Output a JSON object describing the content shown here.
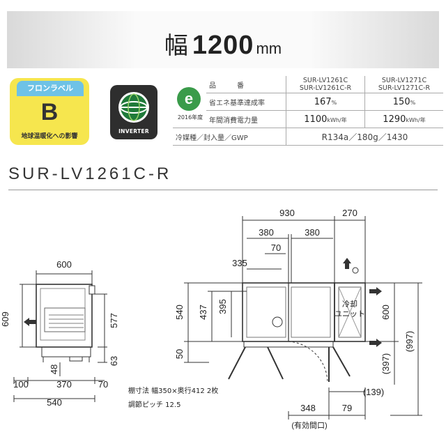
{
  "banner": {
    "label": "幅",
    "value": "1200",
    "unit": "mm"
  },
  "fluorocarbon_label": {
    "title": "フロンラベル",
    "grade": "B",
    "footer": "地球温暖化への影響"
  },
  "inverter_badge": {
    "label": "INVERTER"
  },
  "energy_mark": {
    "letter": "e",
    "year": "2016年度"
  },
  "spec_table": {
    "header": {
      "label": "品　　　番",
      "col1": [
        "SUR-LV1261C",
        "SUR-LV1261C-R"
      ],
      "col2": [
        "SUR-LV1271C",
        "SUR-LV1271C-R"
      ]
    },
    "rows": [
      {
        "label": "省エネ基準達成率",
        "col1": "167",
        "col1_unit": "%",
        "col2": "150",
        "col2_unit": "%"
      },
      {
        "label": "年間消費電力量",
        "col1": "1100",
        "col1_unit": "kWh/年",
        "col2": "1290",
        "col2_unit": "kWh/年"
      }
    ],
    "refrigerant": {
      "label": "冷媒種／封入量／GWP",
      "value": "R134a／180g／1430"
    }
  },
  "model_title": "SUR-LV1261C-R",
  "side_dims": {
    "width": "600",
    "height": "609",
    "inner": "577",
    "base": "63",
    "d100": "100",
    "d370": "370",
    "d70": "70",
    "d48": "48",
    "depth": "540"
  },
  "front_dims": {
    "w930": "930",
    "w270": "270",
    "w380a": "380",
    "w380b": "380",
    "d70": "70",
    "d335": "335",
    "h540": "540",
    "h437": "437",
    "h395": "395",
    "h50": "50",
    "h600": "600",
    "h997": "(997)",
    "h397": "(397)",
    "d139": "(139)",
    "d348": "348",
    "d79": "79",
    "opening": "(有効間口)",
    "cooling_unit": [
      "冷却",
      "ユニット"
    ]
  },
  "notes": [
    "棚寸法 幅350×奥行412 2枚",
    "調節ピッチ 12.5"
  ],
  "colors": {
    "flon_yellow": "#f6e64e",
    "flon_blue": "#6ec2e6",
    "emark_green": "#3a9b4a",
    "inverter_dark": "#2e2e2e"
  }
}
